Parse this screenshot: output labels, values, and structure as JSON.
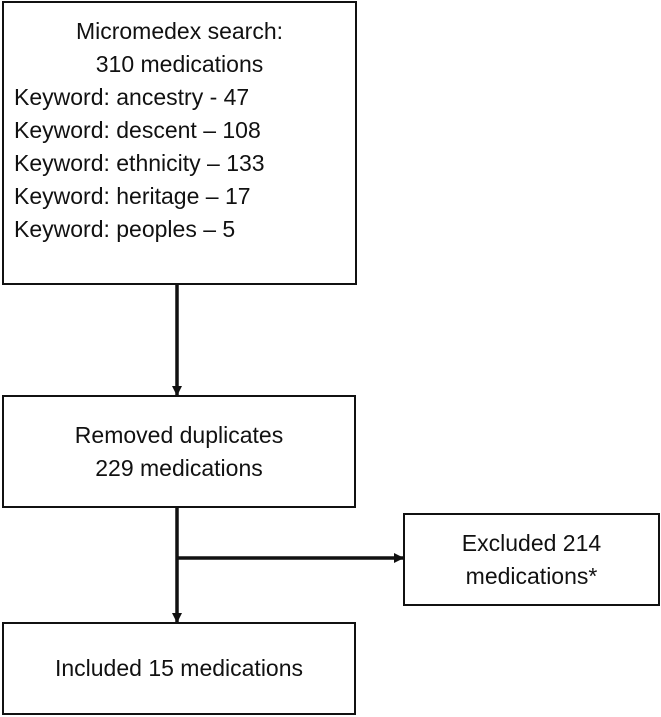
{
  "search_box": {
    "title_line1": "Micromedex search:",
    "title_line2": "310 medications",
    "keywords": [
      "Keyword: ancestry - 47",
      "Keyword: descent – 108",
      "Keyword: ethnicity – 133",
      "Keyword: heritage – 17",
      "Keyword: peoples – 5"
    ]
  },
  "duplicates_box": {
    "line1": "Removed duplicates",
    "line2": "229 medications"
  },
  "excluded_box": {
    "line1": "Excluded 214",
    "line2": "medications*"
  },
  "included_box": {
    "line1": "Included 15 medications"
  }
}
